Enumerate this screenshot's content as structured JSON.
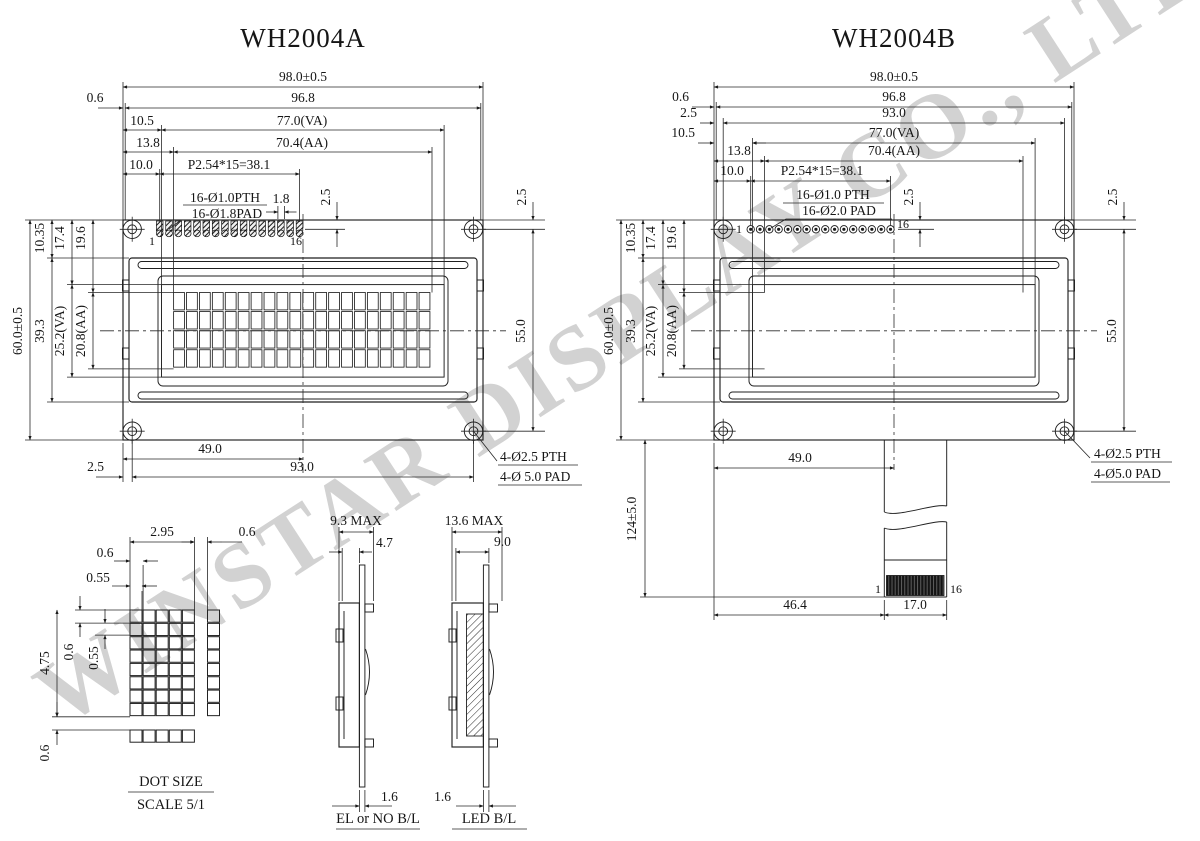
{
  "watermark": "WINSTAR DISPLAY CO., LTD.",
  "a": {
    "title": "WH2004A",
    "w98": "98.0±0.5",
    "w968": "96.8",
    "w06": "0.6",
    "w105": "10.5",
    "w77": "77.0(VA)",
    "w138": "13.8",
    "w704": "70.4(AA)",
    "w100": "10.0",
    "pitch": "P2.54*15=38.1",
    "pth": "16-Ø1.0PTH",
    "pad": "16-Ø1.8PAD",
    "d18": "1.8",
    "pin25": "2.5",
    "right25": "2.5",
    "h1035": "10.35",
    "h174": "17.4",
    "h196": "19.6",
    "h60": "60.0±0.5",
    "h393": "39.3",
    "h252": "25.2(VA)",
    "h208": "20.8(AA)",
    "h55": "55.0",
    "b49": "49.0",
    "b25": "2.5",
    "b93": "93.0",
    "pin1": "1",
    "pin16": "16",
    "co1": "4-Ø2.5 PTH",
    "co2": "4-Ø 5.0 PAD"
  },
  "b": {
    "title": "WH2004B",
    "w98": "98.0±0.5",
    "w968": "96.8",
    "w06": "0.6",
    "w93": "93.0",
    "w25": "2.5",
    "w105": "10.5",
    "w77": "77.0(VA)",
    "w138": "13.8",
    "w704": "70.4(AA)",
    "w100": "10.0",
    "pitch": "P2.54*15=38.1",
    "pth": "16-Ø1.0 PTH",
    "pad": "16-Ø2.0 PAD",
    "pin25": "2.5",
    "right25": "2.5",
    "h1035": "10.35",
    "h174": "17.4",
    "h196": "19.6",
    "h60": "60.0±0.5",
    "h393": "39.3",
    "h252": "25.2(VA)",
    "h208": "20.8(AA)",
    "h55": "55.0",
    "h124": "124±5.0",
    "b49": "49.0",
    "b464": "46.4",
    "b17": "17.0",
    "pin1": "1",
    "pin16": "16",
    "cpin1": "1",
    "cpin16": "16",
    "co1": "4-Ø2.5 PTH",
    "co2": "4-Ø5.0 PAD"
  },
  "dot": {
    "w295": "2.95",
    "wgap": "0.6",
    "p06": "0.6",
    "p055": "0.55",
    "v06": "0.6",
    "v055": "0.55",
    "h475": "4.75",
    "hb06": "0.6",
    "t1": "DOT SIZE",
    "t2": "SCALE 5/1"
  },
  "side": {
    "el": {
      "max": "9.3 MAX",
      "d47": "4.7",
      "d16": "1.6",
      "cap": "EL or NO B/L"
    },
    "led": {
      "max": "13.6 MAX",
      "d90": "9.0",
      "d16": "1.6",
      "cap": "LED B/L"
    }
  },
  "counts": {
    "pins": 16,
    "charCols": 20,
    "charRows": 4,
    "dotCols": 5,
    "dotRows": 8,
    "dotBottomCols": 5
  }
}
